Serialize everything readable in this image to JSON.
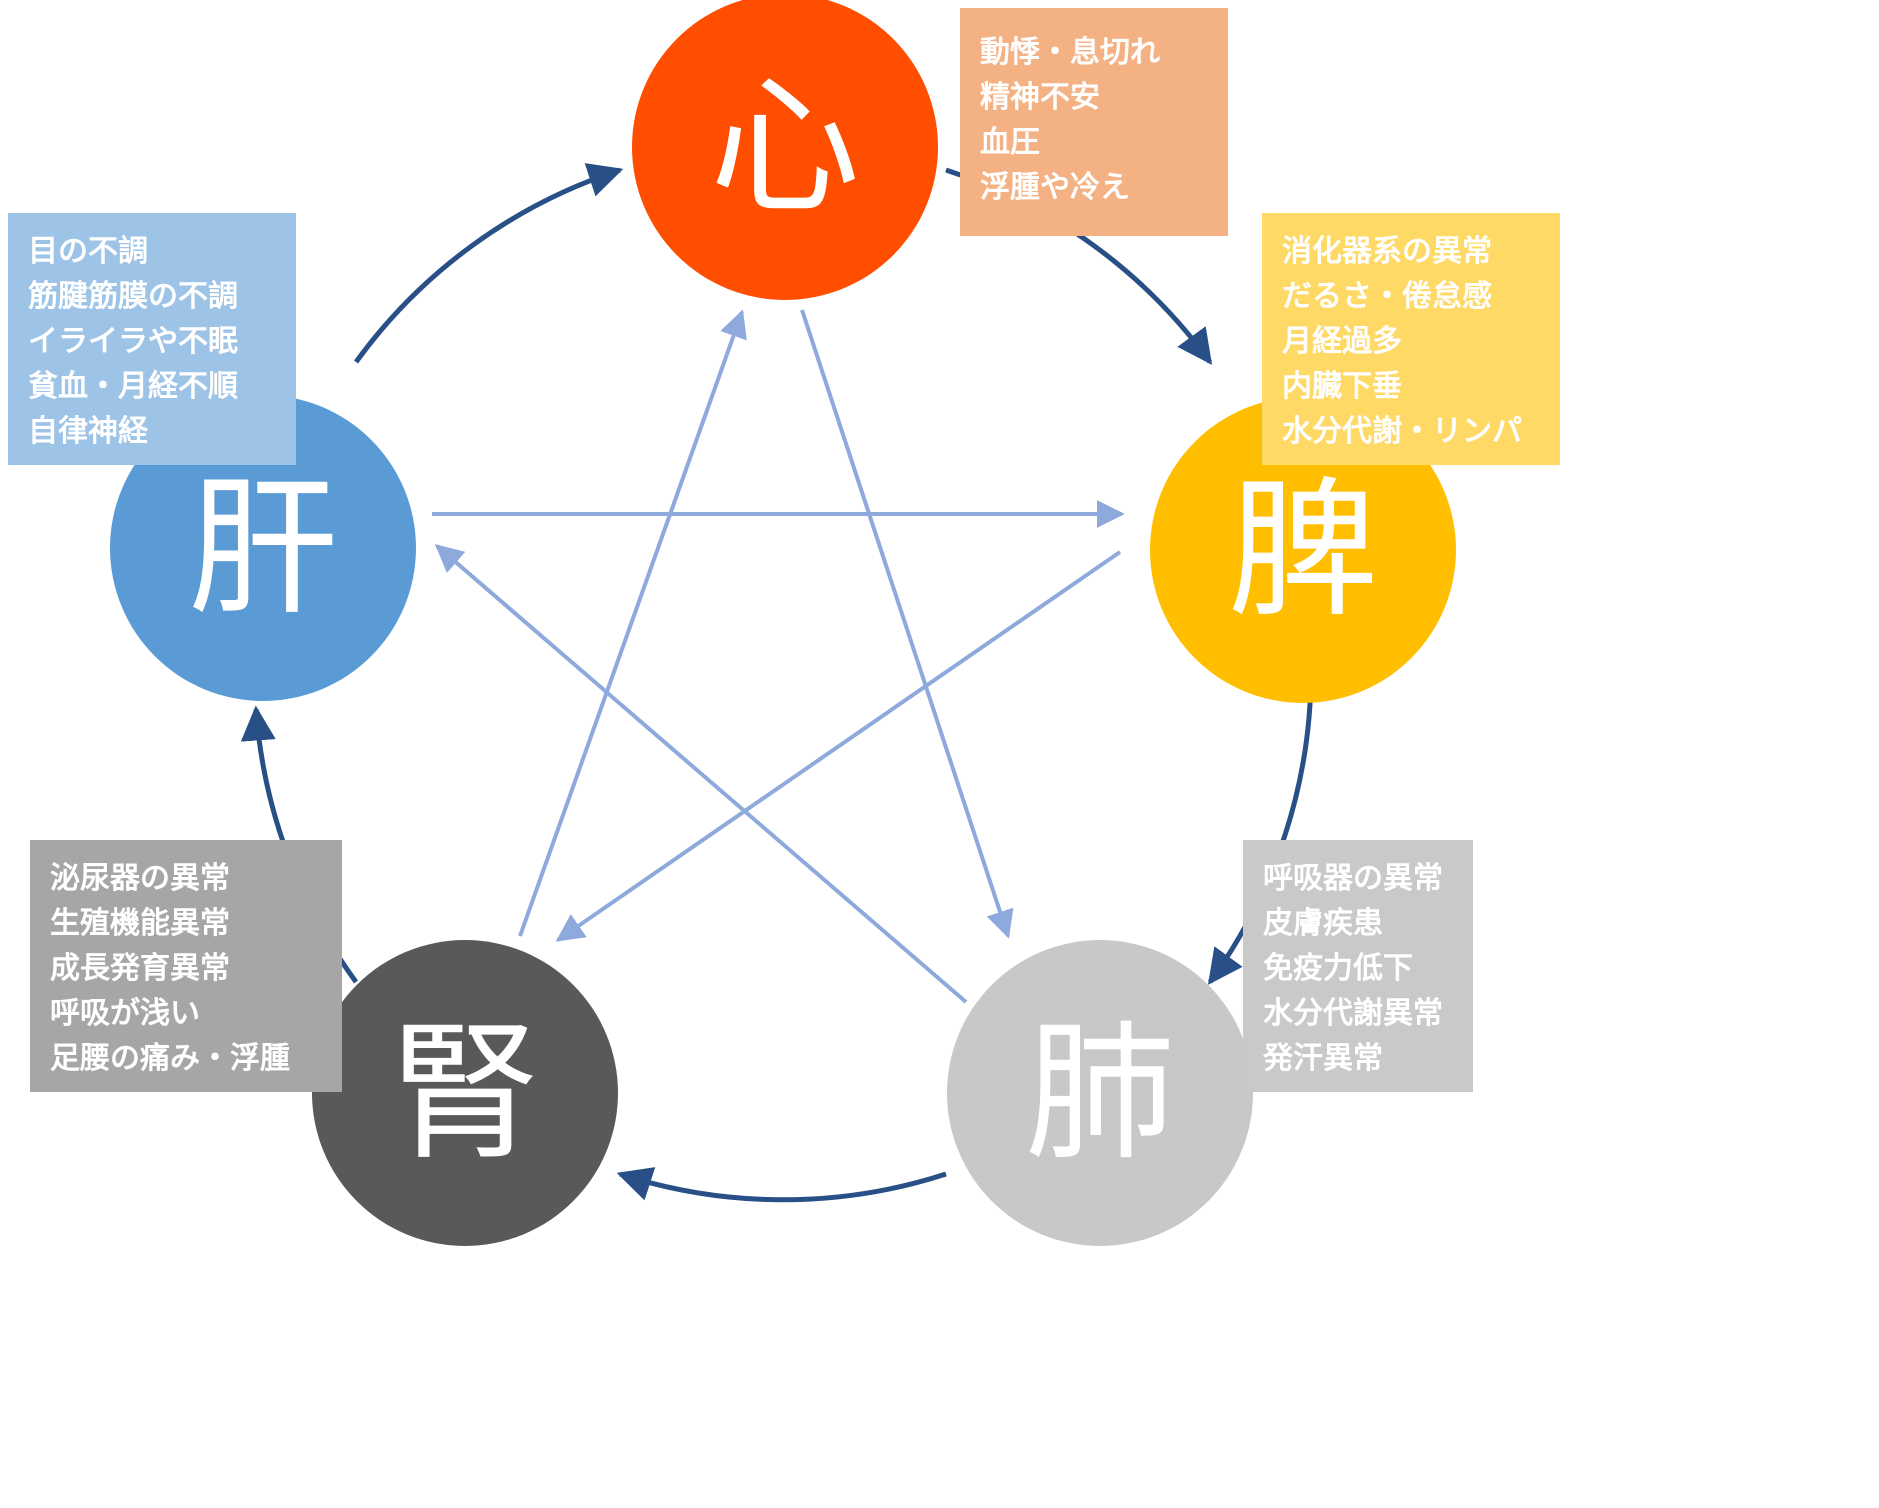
{
  "diagram": {
    "description_visible": false
  },
  "nodes": {
    "heart": {
      "label": "心",
      "color": "#FF4E00"
    },
    "spleen": {
      "label": "脾",
      "color": "#FFBF00"
    },
    "lung": {
      "label": "肺",
      "color": "#C8C8C8"
    },
    "kidney": {
      "label": "腎",
      "color": "#595959"
    },
    "liver": {
      "label": "肝",
      "color": "#5B9BD5"
    }
  },
  "boxes": {
    "heart": {
      "color": "#F4B183",
      "lines": [
        "動悸・息切れ",
        "精神不安",
        "血圧",
        "浮腫や冷え"
      ]
    },
    "spleen": {
      "color": "#FFD966",
      "lines": [
        "消化器系の異常",
        "だるさ・倦怠感",
        "月経過多",
        "内臓下垂",
        "水分代謝・リンパ"
      ]
    },
    "lung": {
      "color": "#C9C9C9",
      "lines": [
        "呼吸器の異常",
        "皮膚疾患",
        "免疫力低下",
        "水分代謝異常",
        "発汗異常"
      ]
    },
    "kidney": {
      "color": "#A6A6A6",
      "lines": [
        "泌尿器の異常",
        "生殖機能異常",
        "成長発育異常",
        "呼吸が浅い",
        "足腰の痛み・浮腫"
      ]
    },
    "liver": {
      "color": "#9DC3E6",
      "lines": [
        "目の不調",
        "筋腱筋膜の不調",
        "イライラや不眠",
        "貧血・月経不順",
        "自律神経"
      ]
    }
  },
  "arrows": {
    "generating_color": "#284F86",
    "controlling_color": "#8EA9DB"
  }
}
